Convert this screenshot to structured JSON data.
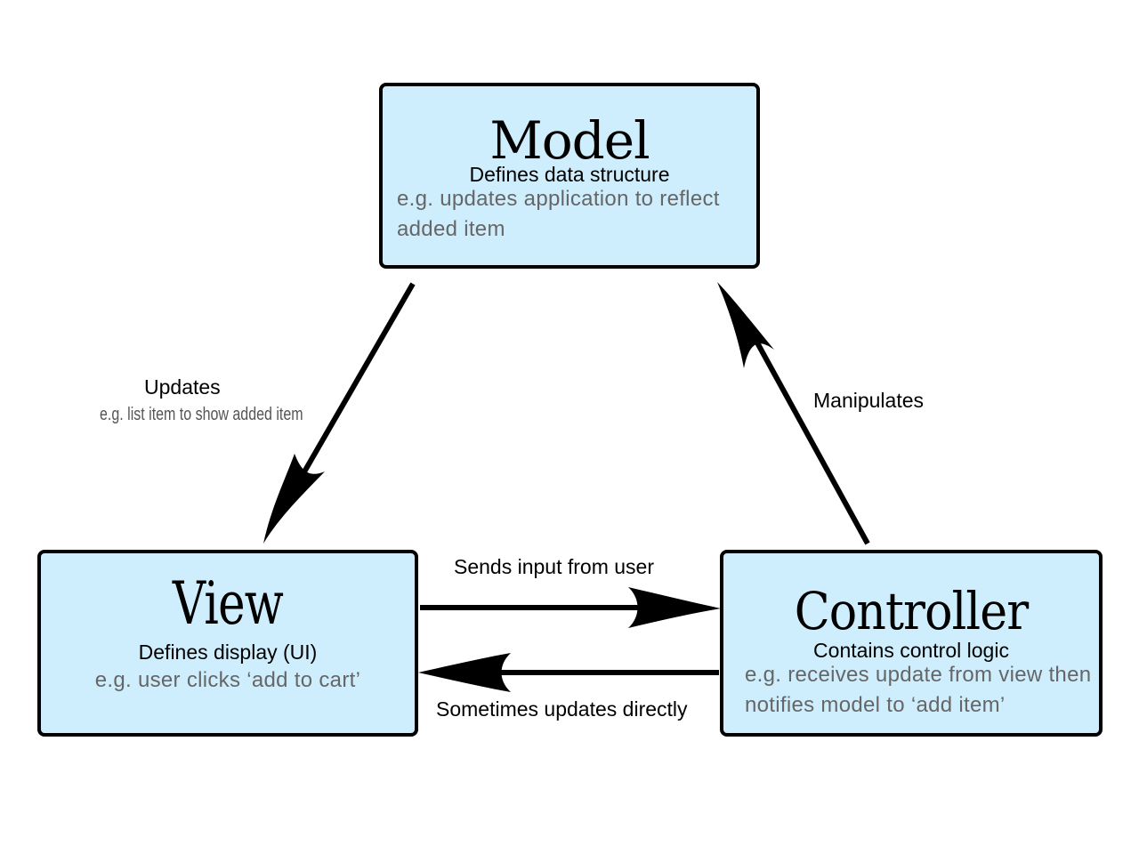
{
  "nodes": {
    "model": {
      "title": "Model",
      "subtitle": "Defines data structure",
      "example": "e.g. updates application to reflect added item"
    },
    "view": {
      "title": "View",
      "subtitle": "Defines display (UI)",
      "example": "e.g. user clicks ‘add to cart’"
    },
    "controller": {
      "title": "Controller",
      "subtitle": "Contains control logic",
      "example": "e.g. receives update from view then notifies model to ‘add item’"
    }
  },
  "edges": {
    "model_to_view": {
      "label": "Updates",
      "note": "e.g. list item to show added item"
    },
    "controller_to_model": {
      "label": "Manipulates"
    },
    "view_to_controller": {
      "label": "Sends input from user"
    },
    "controller_to_view": {
      "label": "Sometimes updates directly"
    }
  },
  "colors": {
    "node_fill": "#cfeefd",
    "node_border": "#000000",
    "example_text": "#666666",
    "arrow": "#000000"
  }
}
